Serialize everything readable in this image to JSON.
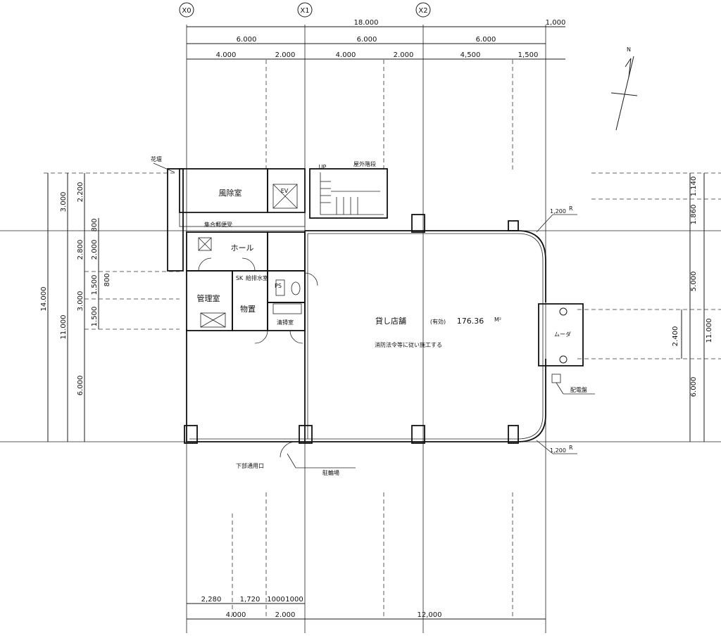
{
  "axes": [
    "X0",
    "X1",
    "X2"
  ],
  "dims_top": {
    "total": "18.000",
    "overhang": "1,000",
    "bays": [
      "6.000",
      "6.000",
      "6.000"
    ],
    "sub": [
      "4.000",
      "2.000",
      "4.000",
      "2.000",
      "4,500",
      "1,500"
    ]
  },
  "dims_bottom": {
    "sub": [
      "2,280",
      "1,720",
      "1000",
      "1000"
    ],
    "main": [
      "4.000",
      "2.000",
      "12,000"
    ]
  },
  "dims_left": {
    "overall": "14.000",
    "mid": [
      "3.000",
      "11.000"
    ],
    "parts": [
      "2.200",
      "2.800",
      "3.000",
      "6.000"
    ],
    "fine": [
      "800",
      "2.000",
      "1.500",
      "800",
      "1.500"
    ]
  },
  "dims_right": {
    "parts": [
      "1.140",
      "1.860",
      "5.000",
      "6.000"
    ],
    "overall": "11.000",
    "inner": "2.400"
  },
  "radius_labels": [
    "1,200",
    "1,200"
  ],
  "rooms": {
    "windroom": "風除室",
    "flowerbed": "花壇",
    "hall": "ホール",
    "ev": "EV",
    "outdoor_stair": "屋外階段",
    "up": "UP",
    "office": "管理室",
    "storage": "物置",
    "cleaning": "清掃室",
    "ps": "PS",
    "sk": "SK",
    "shop": "貸し店舗",
    "shop_area_note": "(有効)",
    "shop_area": "176.36",
    "shop_area_unit": "M²",
    "shop_note": "消防法令等に従い施工する",
    "mailbox": "集合郵便受",
    "misc_room": "給排水室",
    "parking_mark": "ムーダ",
    "distribution": "配電盤",
    "entrance": "下部通用口",
    "bottom_label": "駐輪場"
  },
  "north": "N"
}
